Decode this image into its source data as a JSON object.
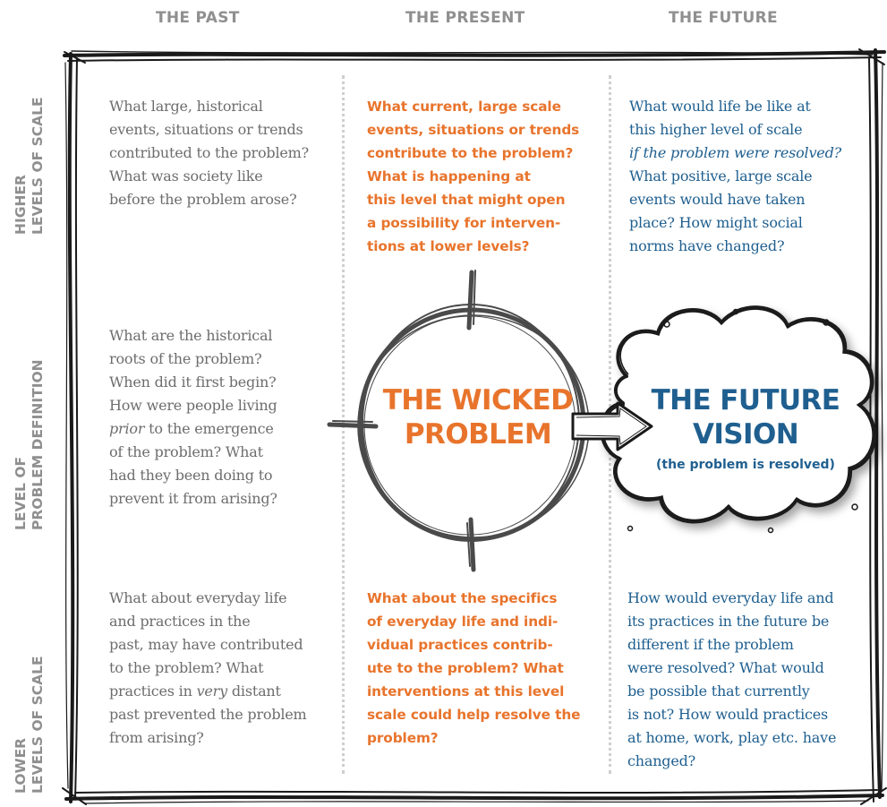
{
  "columns": {
    "past": "THE PAST",
    "present": "THE PRESENT",
    "future": "THE FUTURE"
  },
  "rows": {
    "higher": [
      "HIGHER",
      "LEVELS OF SCALE"
    ],
    "level": [
      "LEVEL OF",
      "PROBLEM DEFINITION"
    ],
    "lower": [
      "LOWER",
      "LEVELS OF SCALE"
    ]
  },
  "cells": {
    "past_higher": [
      "What large, historical",
      "events, situations or trends",
      "contributed to the problem?",
      "What was society like",
      "before the problem arose?"
    ],
    "present_higher": [
      "What current, large scale",
      "events, situations or trends",
      "contribute to the problem?",
      "What is happening at",
      "this level that might open",
      "a possibility for interven-",
      "tions at lower levels?"
    ],
    "future_higher": {
      "line1": "What would life be like at",
      "line2": "this higher level of scale",
      "line3_italic": "if the problem were resolved?",
      "line4": "What positive, large scale",
      "line5": "events would have taken",
      "line6": "place? How might social",
      "line7": "norms have changed?"
    },
    "past_level": {
      "line1": "What are the historical",
      "line2": "roots of the problem?",
      "line3": "When did it first begin?",
      "line4": "How were people living",
      "line5_italic": "prior",
      "line5_rest": " to the emergence",
      "line6": "of the problem? What",
      "line7": "had they been doing to",
      "line8": "prevent it from arising?"
    },
    "past_lower": {
      "line1": "What about everyday life",
      "line2": "and practices in the",
      "line3": "past, may have contributed",
      "line4": "to the problem? What",
      "line5_pre": "practices in ",
      "line5_italic": "very",
      "line5_rest": " distant",
      "line6": "past prevented the problem",
      "line7": "from arising?"
    },
    "present_lower": [
      "What about the specifics",
      "of everyday life and indi-",
      "vidual practices contrib-",
      "ute to the problem? What",
      "interventions at this level",
      "scale could help resolve the",
      "problem?"
    ],
    "future_lower": [
      "How would everyday life and",
      "its practices in the future be",
      "different if the problem",
      "were resolved? What would",
      "be possible that currently",
      "is not? How would practices",
      "at home, work, play etc. have",
      "changed?"
    ]
  },
  "center": {
    "wicked": [
      "THE WICKED",
      "PROBLEM"
    ],
    "vision": [
      "THE FUTURE",
      "VISION"
    ],
    "vision_sub": "(the problem is resolved)"
  },
  "colors": {
    "header_gray": "#8f8f8f",
    "past_text": "#6d6d6d",
    "present_orange": "#e8742c",
    "future_blue": "#1f5f8f"
  },
  "icons": [
    "crosshair-icon",
    "arrow-right-icon",
    "cloud-icon"
  ]
}
